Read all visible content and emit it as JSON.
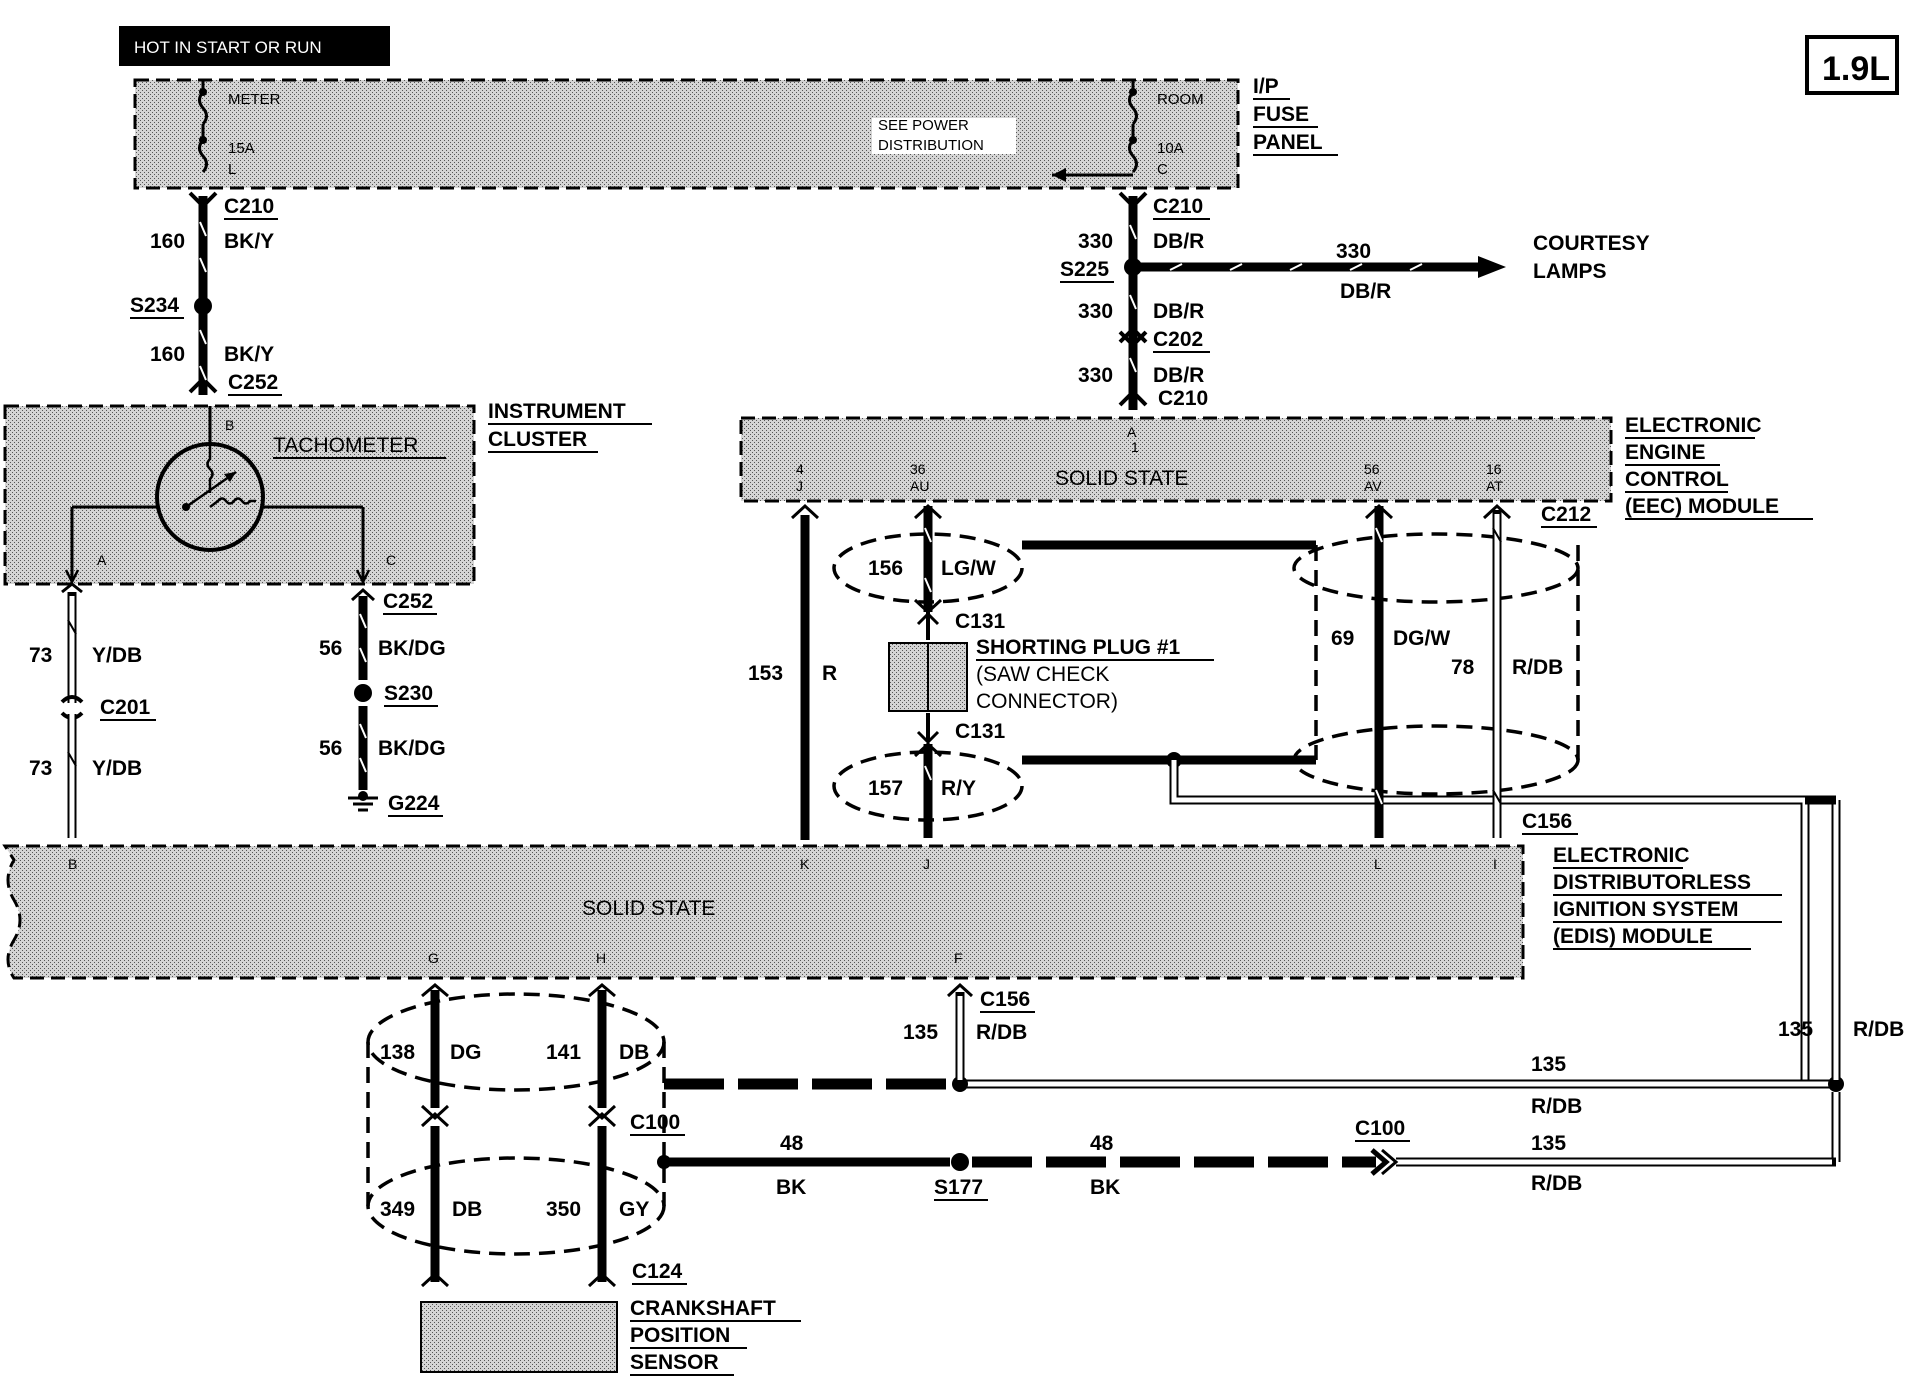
{
  "header": {
    "hot_label": "HOT IN START OR RUN",
    "engine_badge": "1.9L"
  },
  "fuse_panel": {
    "name_lines": [
      "I/P",
      "FUSE",
      "PANEL"
    ],
    "left_fuse": {
      "name": "METER",
      "rating": "15A",
      "pin": "L"
    },
    "right_fuse": {
      "name": "ROOM",
      "rating": "10A",
      "pin": "C"
    },
    "note_lines": [
      "SEE POWER",
      "DISTRIBUTION"
    ]
  },
  "left_circuit": {
    "connector_top": "C210",
    "wire1": {
      "number": "160",
      "color": "BK/Y"
    },
    "splice": "S234",
    "wire2": {
      "number": "160",
      "color": "BK/Y"
    },
    "connector_bottom": "C252"
  },
  "right_circuit": {
    "connector_top": "C210",
    "wire1": {
      "number": "330",
      "color": "DB/R"
    },
    "splice": "S225",
    "branch": {
      "number": "330",
      "color": "DB/R",
      "destination_lines": [
        "COURTESY",
        "LAMPS"
      ]
    },
    "wire2": {
      "number": "330",
      "color": "DB/R"
    },
    "connector_mid": "C202",
    "wire3": {
      "number": "330",
      "color": "DB/R"
    },
    "connector_bottom": "C210"
  },
  "instrument_cluster": {
    "name_lines": [
      "INSTRUMENT",
      "CLUSTER"
    ],
    "component": "TACHOMETER",
    "pins": {
      "top": "B",
      "left": "A",
      "right": "C"
    }
  },
  "cluster_wires": {
    "left": {
      "number": "73",
      "color": "Y/DB",
      "connector": "C201",
      "number2": "73",
      "color2": "Y/DB"
    },
    "right": {
      "connector": "C252",
      "number": "56",
      "color": "BK/DG",
      "splice": "S230",
      "number2": "56",
      "color2": "BK/DG",
      "ground": "G224"
    }
  },
  "eec_module": {
    "name_lines": [
      "ELECTRONIC",
      "ENGINE",
      "CONTROL",
      "(EEC) MODULE"
    ],
    "label": "SOLID STATE",
    "pins": [
      {
        "num": "4",
        "letter": "J"
      },
      {
        "num": "36",
        "letter": "AU"
      },
      {
        "num": "1",
        "letter": "A"
      },
      {
        "num": "56",
        "letter": "AV"
      },
      {
        "num": "16",
        "letter": "AT"
      }
    ],
    "connector": "C212"
  },
  "eec_wires": {
    "w153": {
      "number": "153",
      "color": "R"
    },
    "w156": {
      "number": "156",
      "color": "LG/W"
    },
    "c131_top": "C131",
    "shorting_plug_lines": [
      "SHORTING PLUG #1",
      "(SAW CHECK",
      "CONNECTOR)"
    ],
    "c131_bottom": "C131",
    "w157": {
      "number": "157",
      "color": "R/Y"
    },
    "w69": {
      "number": "69",
      "color": "DG/W"
    },
    "w78": {
      "number": "78",
      "color": "R/DB"
    },
    "connector_c156": "C156"
  },
  "edis_module": {
    "name_lines": [
      "ELECTRONIC",
      "DISTRIBUTORLESS",
      "IGNITION SYSTEM",
      "(EDIS) MODULE"
    ],
    "label": "SOLID STATE",
    "pins_top": [
      "B",
      "K",
      "J",
      "L",
      "I"
    ],
    "pins_bottom": [
      "G",
      "H",
      "F"
    ]
  },
  "lower_wires": {
    "w138": {
      "number": "138",
      "color": "DG"
    },
    "w141": {
      "number": "141",
      "color": "DB"
    },
    "c156": "C156",
    "w135_down": {
      "number": "135",
      "color": "R/DB"
    },
    "w135_mid": {
      "number": "135",
      "color": "R/DB"
    },
    "w135_right": {
      "number": "135",
      "color": "R/DB"
    },
    "c100_left": "C100",
    "w48_left": {
      "number": "48",
      "color": "BK"
    },
    "splice_s177": "S177",
    "w48_right": {
      "number": "48",
      "color": "BK"
    },
    "c100_right": "C100",
    "w135_low": {
      "number": "135",
      "color": "R/DB"
    },
    "w349": {
      "number": "349",
      "color": "DB"
    },
    "w350": {
      "number": "350",
      "color": "GY"
    },
    "c124": "C124",
    "sensor_lines": [
      "CRANKSHAFT",
      "POSITION",
      "SENSOR"
    ]
  }
}
